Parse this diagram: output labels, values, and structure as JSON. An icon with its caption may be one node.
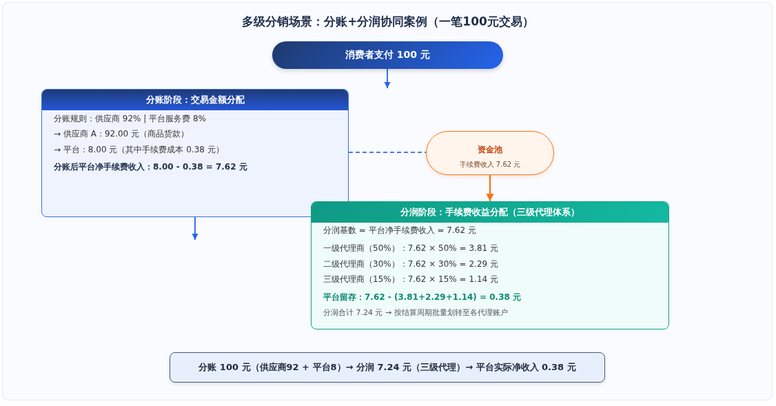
{
  "diagram": {
    "title": "多级分销场景：分账+分润协同案例（一笔100元交易）",
    "nodes": [
      {
        "text": [
          "消费者支付 100 元"
        ]
      },
      {
        "text": [
          "分账阶段：交易金额分配",
          "分账规则：供应商 92% | 平台服务费 8%",
          "→ 供应商 A：92.00 元（商品货款）",
          "→ 平台：8.00 元（其中手续费成本 0.38 元）",
          "分账后平台净手续费收入：8.00 - 0.38 = 7.62 元"
        ]
      },
      {
        "text": [
          "资金池",
          "手续费收入 7.62 元"
        ]
      },
      {
        "text": [
          "分润阶段：手续费收益分配（三级代理体系）",
          "分润基数 = 平台净手续费收入 = 7.62 元",
          "一级代理商（50%）：7.62 × 50% = 3.81 元",
          "二级代理商（30%）：7.62 × 30% = 2.29 元",
          "三级代理商（15%）：7.62 × 15% = 1.14 元",
          "平台留存：7.62 - (3.81+2.29+1.14) = 0.38 元",
          "分润合计 7.24 元 → 按结算周期批量划转至各代理账户"
        ]
      },
      {
        "text": [
          "分账 100 元（供应商92 + 平台8）→ 分润 7.24 元（三级代理）→ 平台实际净收入 0.38 元"
        ]
      }
    ],
    "edges": [
      {
        "from": 0,
        "to": null,
        "arrow": "to"
      },
      {
        "from": 1,
        "to": 2,
        "arrow": "none",
        "style": "dashed"
      },
      {
        "from": 2,
        "to": 3,
        "arrow": "to",
        "color": "#f97316"
      },
      {
        "from": 1,
        "to": null,
        "arrow": "to"
      }
    ]
  }
}
